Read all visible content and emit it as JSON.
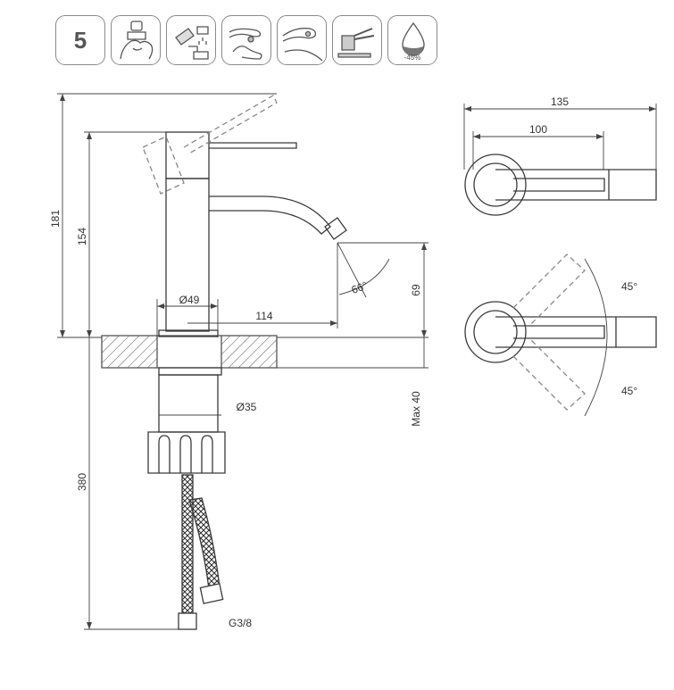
{
  "badges": {
    "warranty_years": "5",
    "eco_label": "-45%",
    "icons": [
      "hand-cartridge-icon",
      "aerator-cleaning-icon",
      "lever-operation-icon",
      "spout-icon",
      "mixer-tap-icon",
      "water-saving-drop-icon"
    ]
  },
  "front_view": {
    "height_total": "181",
    "height_spout": "154",
    "spout_angle": "66°",
    "body_diameter": "Ø49",
    "spout_reach": "114",
    "spout_outlet_height": "69",
    "below_counter_length": "380",
    "max_deck_thickness": "Max 40",
    "shank_diameter": "Ø35",
    "connection_thread": "G3/8"
  },
  "top_view": {
    "lever_length_total": "135",
    "lever_length_partial": "100",
    "rotation_angle_up": "45°",
    "rotation_angle_down": "45°"
  },
  "colors": {
    "line": "#3a3a3a",
    "hatch": "#555555",
    "dashed": "#888888",
    "badge_border": "#8a8a8a"
  }
}
